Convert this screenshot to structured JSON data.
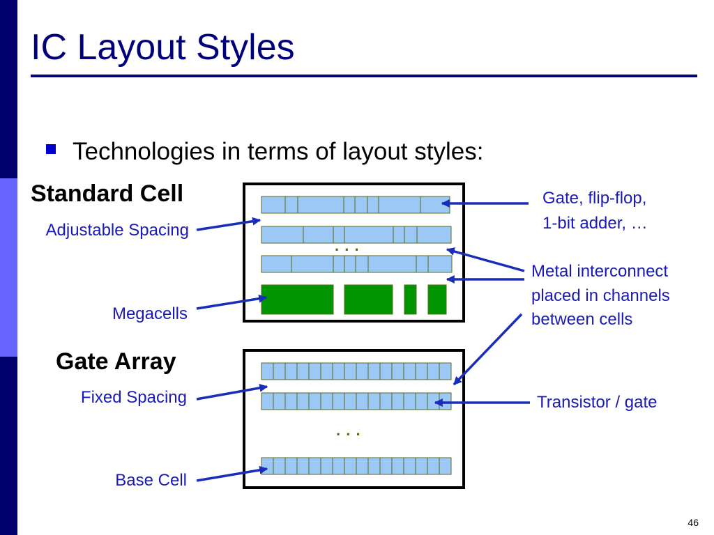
{
  "title": "IC Layout Styles",
  "bullet": "Technologies in terms of layout styles:",
  "standard_cell": {
    "heading": "Standard Cell",
    "dots": ". . .",
    "labels": {
      "adjustable_spacing": "Adjustable Spacing",
      "megacells": "Megacells",
      "gate_line1": "Gate, flip-flop,",
      "gate_line2": "1-bit adder, …",
      "metal_line1": "Metal interconnect",
      "metal_line2": "placed in channels",
      "metal_line3": "between cells"
    }
  },
  "gate_array": {
    "heading": "Gate Array",
    "dots": ". . .",
    "labels": {
      "fixed_spacing": "Fixed Spacing",
      "base_cell": "Base Cell",
      "transistor_gate": "Transistor / gate"
    }
  },
  "page_number": "46",
  "colors": {
    "title": "#00007a",
    "rule": "#00007a",
    "sidebar_dark": "#00006e",
    "sidebar_light": "#6666ff",
    "cell_fill": "#9cc8f6",
    "cell_stroke": "#5a6a20",
    "megacell_fill": "#009400",
    "arrow": "#1a2db8",
    "label": "#1a1ab8"
  }
}
